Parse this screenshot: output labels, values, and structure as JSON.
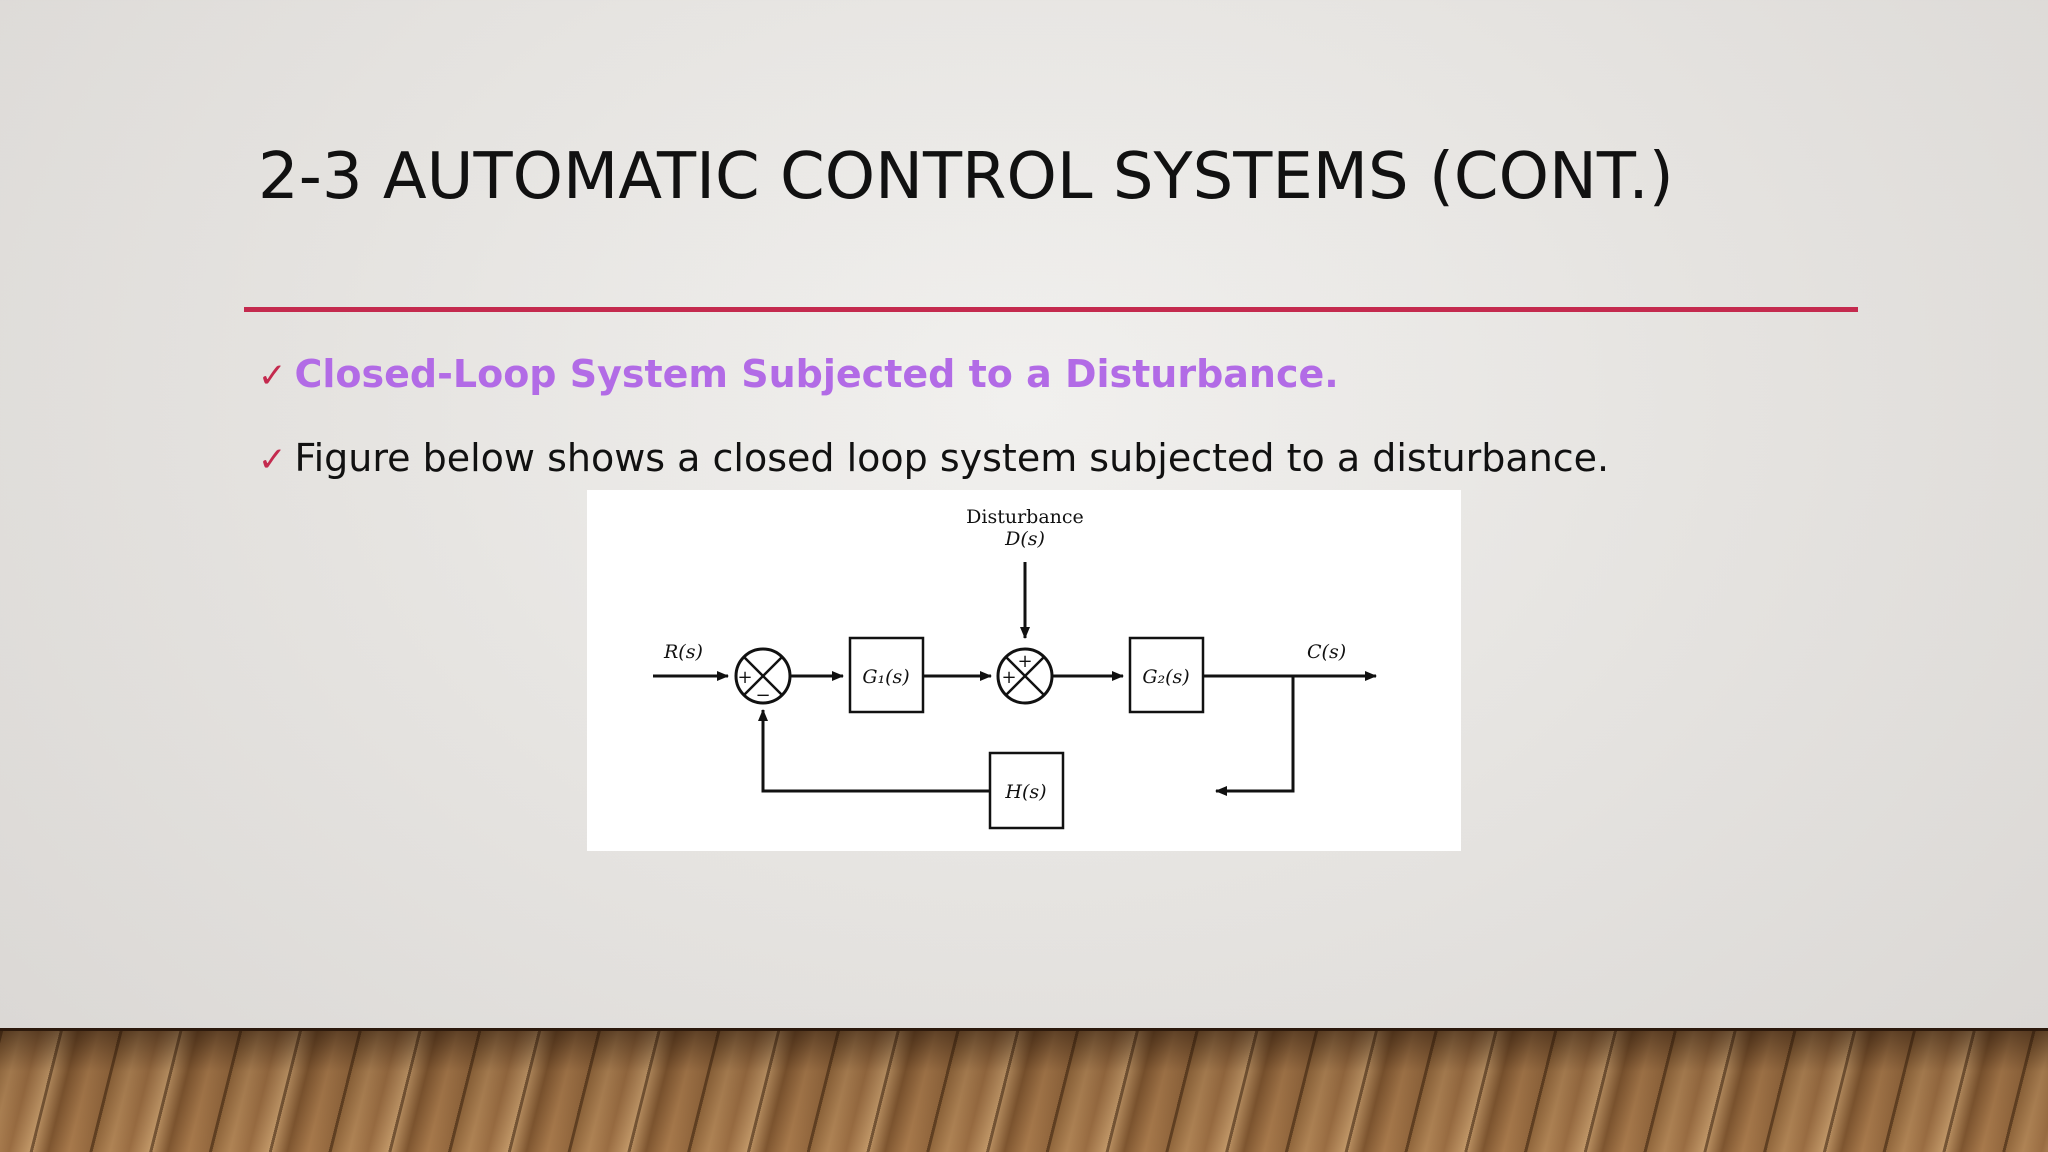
{
  "slide": {
    "title": "2-3 AUTOMATIC CONTROL SYSTEMS (CONT.)",
    "bullets": [
      {
        "check": "✓",
        "text": "Closed-Loop System Subjected to a Disturbance."
      },
      {
        "check": "✓",
        "text": "Figure below shows a closed loop system subjected to a disturbance."
      }
    ],
    "colors": {
      "accent_rule": "#c42a4e",
      "heading_bullet": "#b26be6",
      "text": "#111111"
    }
  },
  "diagram": {
    "disturbance_label": "Disturbance",
    "disturbance_signal": "D(s)",
    "input_signal": "R(s)",
    "output_signal": "C(s)",
    "blocks": {
      "g1": "G₁(s)",
      "g2": "G₂(s)",
      "h": "H(s)"
    },
    "summing_junction_1": {
      "top_sign": "",
      "left_sign": "+",
      "bottom_sign": "−"
    },
    "summing_junction_2": {
      "top_sign": "+",
      "left_sign": "+"
    }
  }
}
